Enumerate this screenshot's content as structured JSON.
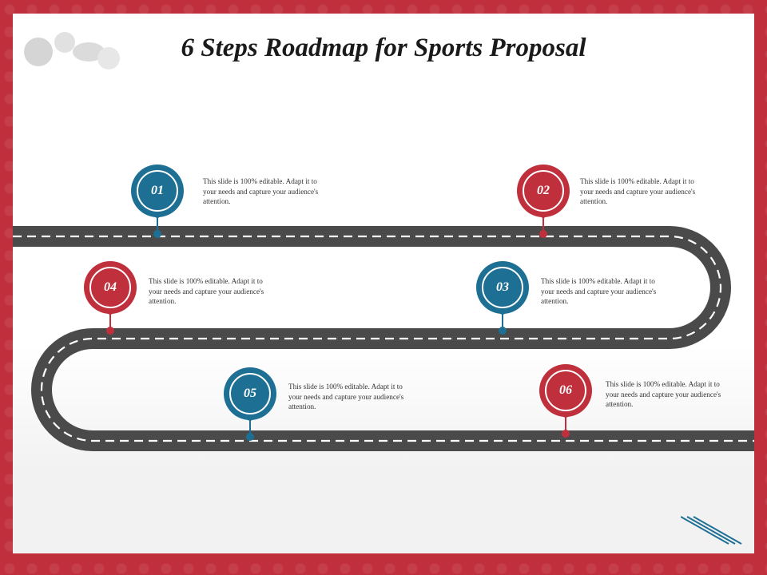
{
  "title": "6 Steps Roadmap for Sports Proposal",
  "colors": {
    "frame": "#c0303c",
    "road": "#4a4a4a",
    "red_pin": "#c0303c",
    "blue_pin": "#1e6f94"
  },
  "steps": [
    {
      "number": "01",
      "color": "blue",
      "text": "This slide is 100% editable. Adapt it to your needs and capture your audience's attention."
    },
    {
      "number": "02",
      "color": "red",
      "text": "This slide is 100% editable. Adapt it to your needs and capture your audience's attention."
    },
    {
      "number": "03",
      "color": "blue",
      "text": "This slide is 100% editable. Adapt it to your needs and capture your audience's attention."
    },
    {
      "number": "04",
      "color": "red",
      "text": "This slide is 100% editable. Adapt it to your needs and capture your audience's attention."
    },
    {
      "number": "05",
      "color": "blue",
      "text": "This slide is 100% editable. Adapt it to your needs and capture your audience's attention."
    },
    {
      "number": "06",
      "color": "red",
      "text": "This slide is 100% editable. Adapt it to your needs and capture your audience's attention."
    }
  ]
}
